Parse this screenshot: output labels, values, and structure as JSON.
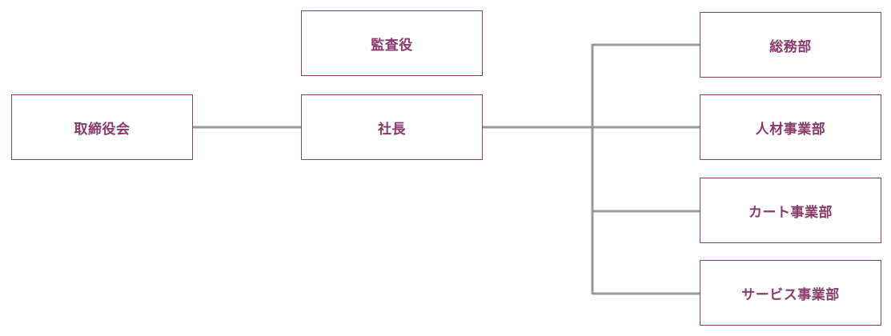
{
  "nodes": {
    "board": "取締役会",
    "auditor": "監査役",
    "president": "社長",
    "general_affairs": "総務部",
    "hr_business": "人材事業部",
    "cart_business": "カート事業部",
    "service_business": "サービス事業部"
  },
  "colors": {
    "box_border": "#8c3c6e",
    "box_text": "#8a3a6c",
    "connector": "#999999"
  }
}
